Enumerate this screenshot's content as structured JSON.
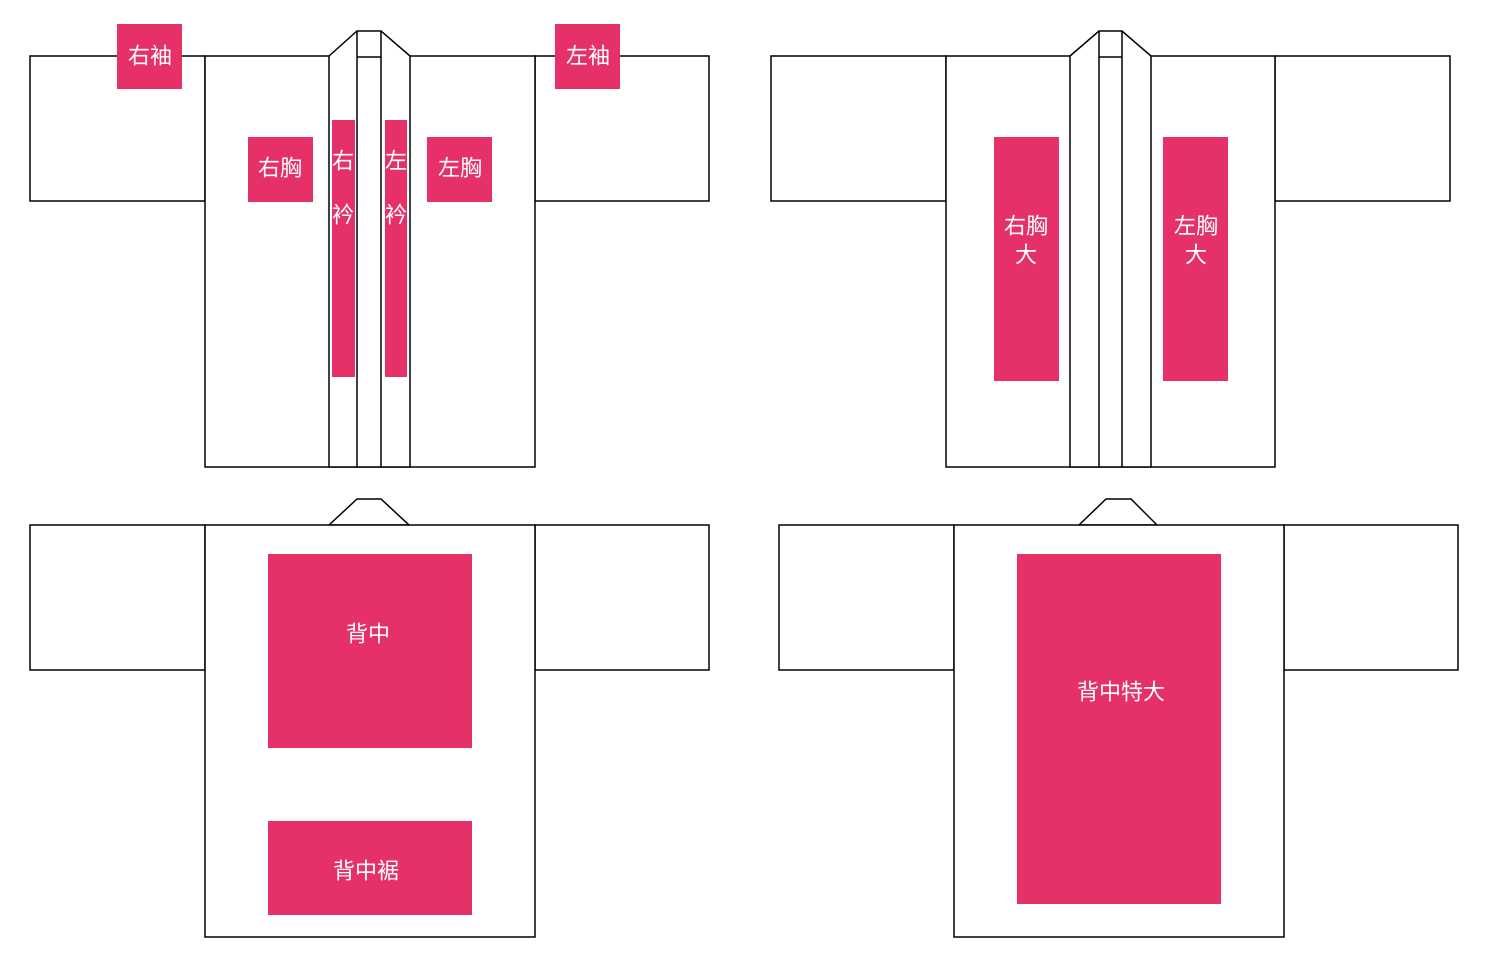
{
  "colors": {
    "print_area": "#e63068",
    "outline": "#000000"
  },
  "front": {
    "right_sleeve": "右袖",
    "left_sleeve": "左袖",
    "right_chest": "右胸",
    "left_chest": "左胸",
    "right_collar": [
      "右",
      "衿"
    ],
    "left_collar": [
      "左",
      "衿"
    ]
  },
  "front_large": {
    "right_chest_large": [
      "右胸",
      "大"
    ],
    "left_chest_large": [
      "左胸",
      "大"
    ]
  },
  "back": {
    "back_center": "背中",
    "back_hem": "背中裾"
  },
  "back_large": {
    "back_extra_large": "背中特大"
  }
}
